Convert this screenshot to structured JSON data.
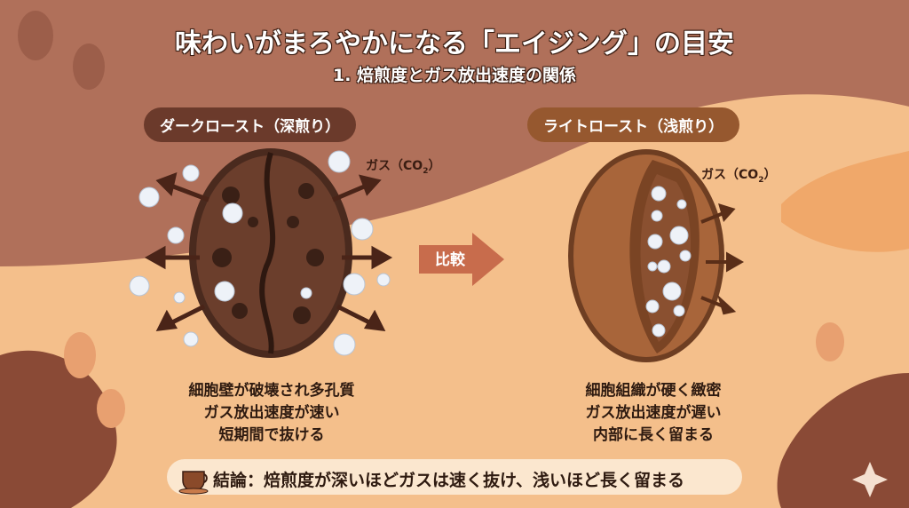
{
  "title": "味わいがまろやかになる「エイジング」の目安",
  "subtitle": "1. 焙煎度とガス放出速度の関係",
  "dark_roast": {
    "label": "ダークロースト（深煎り）",
    "gas_label": "ガス（CO",
    "gas_sub": "2",
    "gas_close": "）",
    "desc": [
      "細胞壁が破壊され多孔質",
      "ガス放出速度が速い",
      "短期間で抜ける"
    ]
  },
  "light_roast": {
    "label": "ライトロースト（浅煎り）",
    "gas_label": "ガス（CO",
    "gas_sub": "2",
    "gas_close": "）",
    "desc": [
      "細胞組織が硬く緻密",
      "ガス放出速度が遅い",
      "内部に長く留まる"
    ]
  },
  "compare_label": "比較",
  "conclusion": "結論：焙煎度が深いほどガスは速く抜け、浅いほど長く留まる",
  "colors": {
    "top_bg": "#b0705a",
    "bottom_bg": "#f4bf8b",
    "dark_bean": "#5a3324",
    "light_bean": "#9a5a32"
  }
}
